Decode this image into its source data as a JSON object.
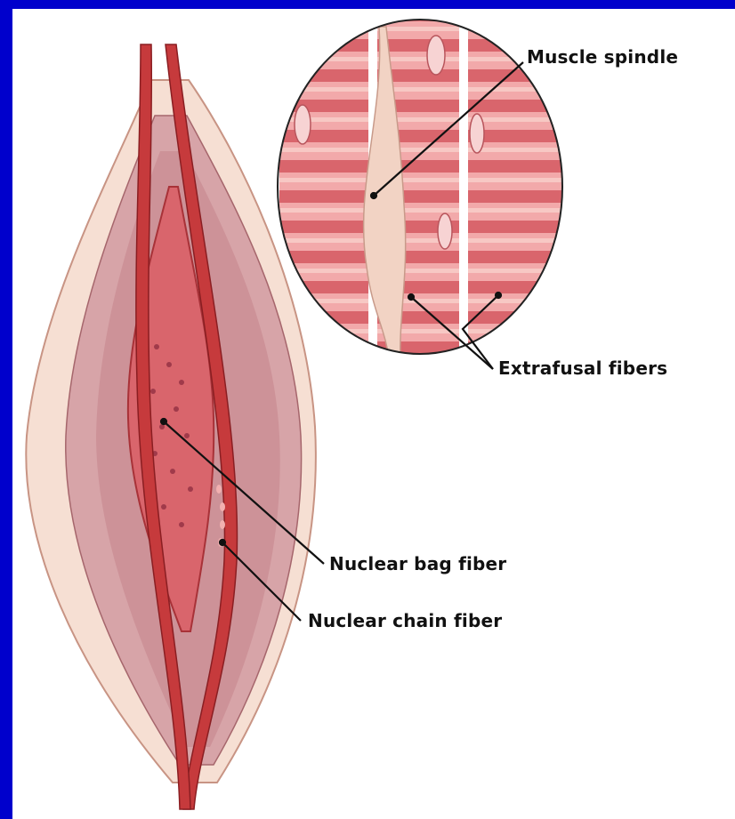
{
  "labels": {
    "muscle_spindle": "Muscle spindle",
    "extrafusal_fibers": "Extrafusal fibers",
    "nuclear_bag_fiber": "Nuclear bag fiber",
    "nuclear_chain_fiber": "Nuclear chain fiber"
  },
  "colors": {
    "border": "#0000cc",
    "background": "#ffffff",
    "muscle_fiber": "#e98a8e",
    "fiber_dark": "#c63a3c",
    "capsule": "#f6dfd3",
    "spindle_fiber": "#f2d3c4",
    "leader_line": "#111111"
  }
}
